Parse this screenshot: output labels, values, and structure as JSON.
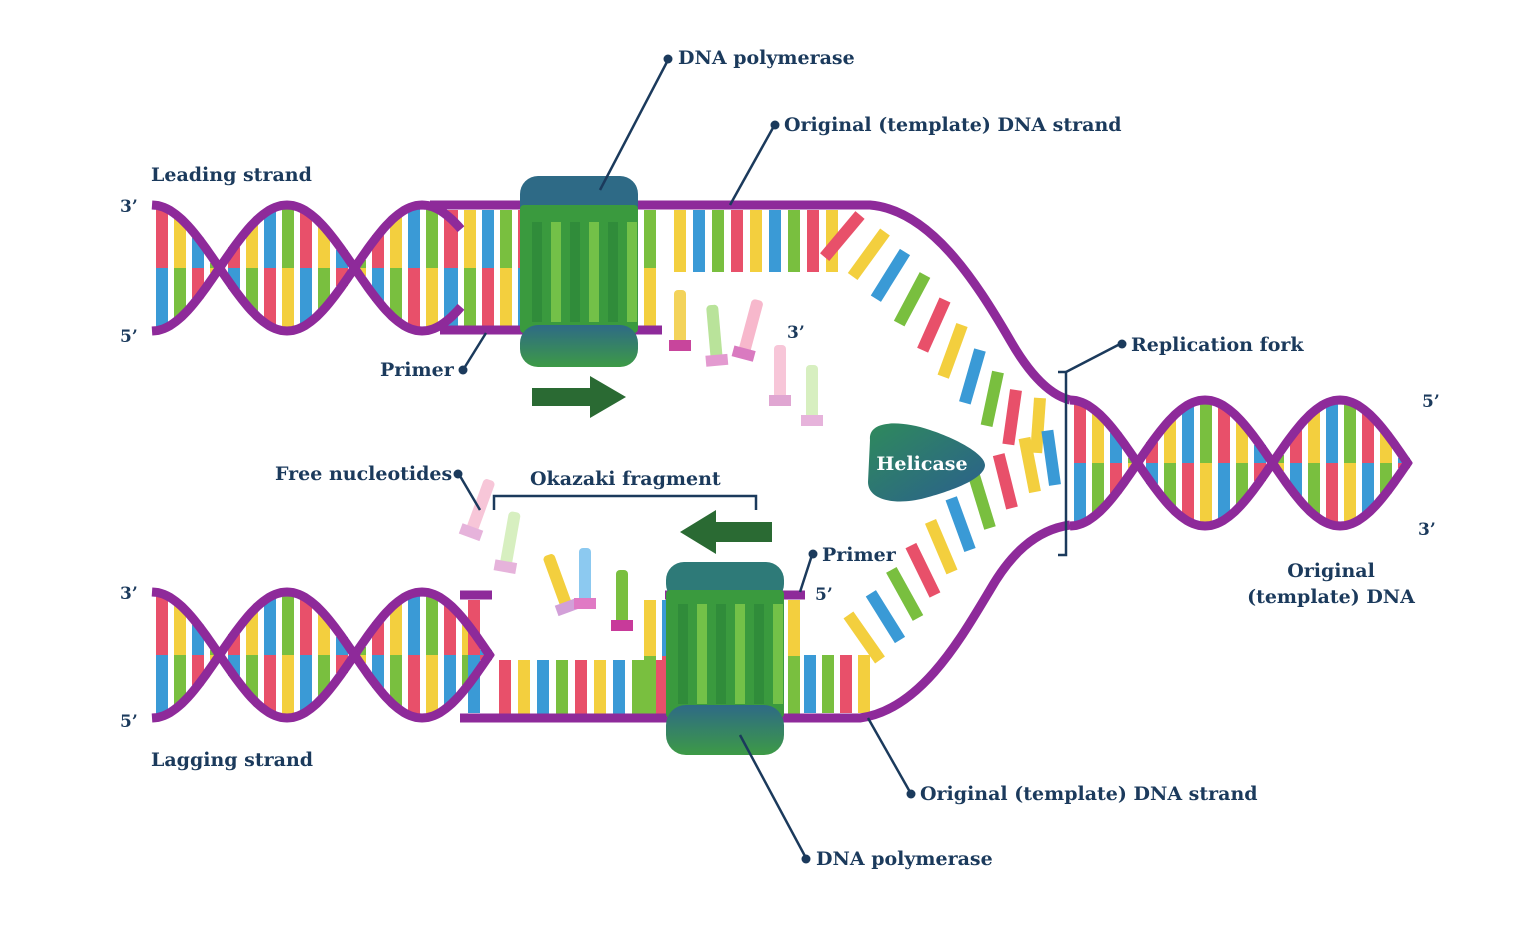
{
  "labels": {
    "leading_strand": "Leading strand",
    "lagging_strand": "Lagging strand",
    "dna_polymerase_top": "DNA polymerase",
    "dna_polymerase_bottom": "DNA polymerase",
    "template_strand_top": "Original (template) DNA strand",
    "template_strand_bottom": "Original (template) DNA strand",
    "replication_fork": "Replication fork",
    "primer_top": "Primer",
    "primer_bottom": "Primer",
    "free_nucleotides": "Free nucleotides",
    "okazaki_fragment": "Okazaki fragment",
    "helicase": "Helicase",
    "original_dna_line1": "Original",
    "original_dna_line2": "(template) DNA"
  },
  "strand_ends": {
    "leading_top_left": "3’",
    "leading_bottom_left": "5’",
    "leading_new_end": "3’",
    "lagging_top_left": "3’",
    "lagging_bottom_left": "5’",
    "lagging_primer_end": "5’",
    "right_top": "5’",
    "right_bottom": "3’"
  },
  "colors": {
    "backbone": "#8e2a9a",
    "base_red": "#e8506a",
    "base_yellow": "#f3cf3e",
    "base_blue": "#3a9ad6",
    "base_green": "#79bf3f",
    "polymerase_top": "#2e6a86",
    "polymerase_body": "#3fa33f",
    "helicase": "#2f7f68",
    "arrow": "#2a6a33",
    "text": "#1b3a5c"
  }
}
